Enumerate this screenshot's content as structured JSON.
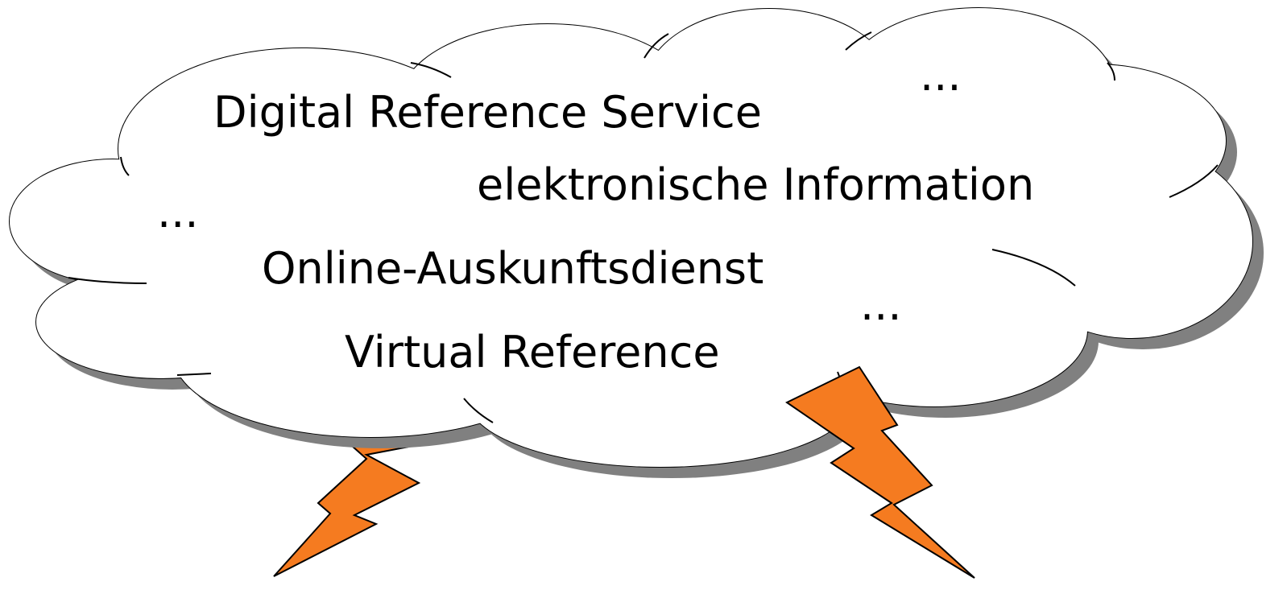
{
  "colors": {
    "background": "#ffffff",
    "cloud_fill": "#ffffff",
    "cloud_outline": "#000000",
    "shadow": "#808080",
    "lightning_fill": "#f57b20",
    "lightning_outline": "#000000",
    "text": "#000000"
  },
  "icons": {
    "cloud": "cloud-shape",
    "bolts": [
      "lightning-bolt-icon",
      "lightning-bolt-icon"
    ]
  },
  "terms": {
    "digital_reference_service": "Digital Reference Service",
    "elektronische_information": "elektronische Information",
    "online_auskunftsdienst": "Online-Auskunftsdienst",
    "virtual_reference": "Virtual Reference",
    "ellipsis_top_right": "...",
    "ellipsis_left": "...",
    "ellipsis_right": "..."
  }
}
